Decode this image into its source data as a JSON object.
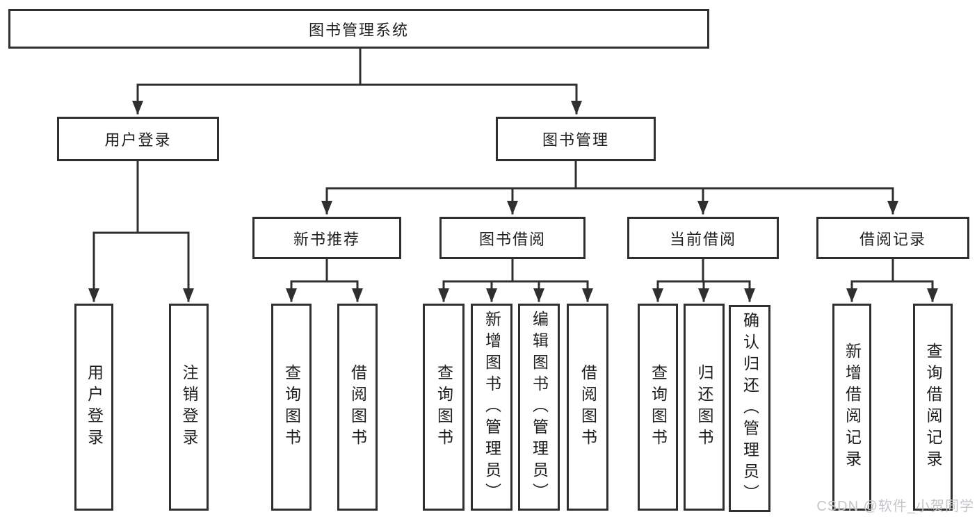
{
  "diagram": {
    "root": {
      "label": "图书管理系统"
    },
    "branches": [
      {
        "label": "用户登录",
        "children": [
          {
            "label": "用户登录"
          },
          {
            "label": "注销登录"
          }
        ]
      },
      {
        "label": "图书管理",
        "children": [
          {
            "label": "新书推荐",
            "children": [
              {
                "label": "查询图书"
              },
              {
                "label": "借阅图书"
              }
            ]
          },
          {
            "label": "图书借阅",
            "children": [
              {
                "label": "查询图书"
              },
              {
                "label": "新增图书（管理员）"
              },
              {
                "label": "编辑图书（管理员）"
              },
              {
                "label": "借阅图书"
              }
            ]
          },
          {
            "label": "当前借阅",
            "children": [
              {
                "label": "查询图书"
              },
              {
                "label": "归还图书"
              },
              {
                "label": "确认归还（管理员）"
              }
            ]
          },
          {
            "label": "借阅记录",
            "children": [
              {
                "label": "新增借阅记录"
              },
              {
                "label": "查询借阅记录"
              }
            ]
          }
        ]
      }
    ]
  },
  "watermark": {
    "text": "CSDN @软件_小贺同学"
  },
  "colors": {
    "line": "#2f2f2f",
    "text": "#1f1f1f",
    "background": "#ffffff",
    "watermark": "#c3c5c9"
  }
}
